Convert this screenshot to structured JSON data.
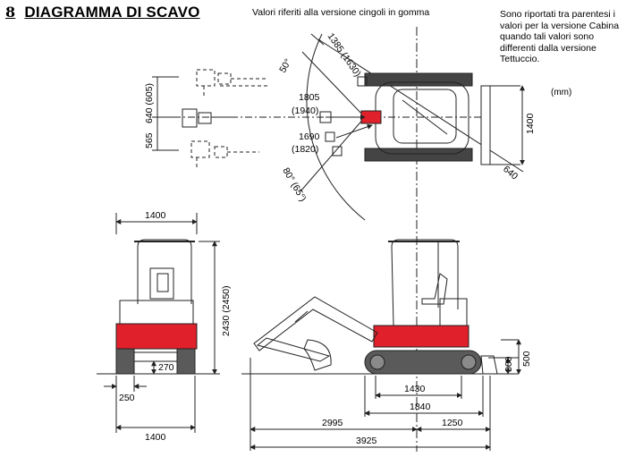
{
  "header": {
    "section_number": "8",
    "title": "DIAGRAMMA DI SCAVO",
    "subtitle": "Valori riferiti alla versione cingoli in gomma",
    "note_lines": [
      "Sono riportati tra parentesi i",
      "valori per la versione Cabina",
      "quando tali valori sono",
      "differenti dalla versione",
      "Tettuccio."
    ],
    "unit": "(mm)"
  },
  "top_view": {
    "radius_label": "1385 (1630)",
    "angle_left_label": "50°",
    "angle_right_label": "80° (65°)",
    "reach_upper_label_1": "1805",
    "reach_upper_label_2": "(1940)",
    "reach_lower_label_1": "1690",
    "reach_lower_label_2": "(1820)",
    "offset_upper_label": "640 (605)",
    "offset_lower_label": "565",
    "width_label": "1400",
    "tail_label": "640"
  },
  "front_view": {
    "top_width_label": "1400",
    "height_label": "2430 (2450)",
    "clearance_label": "270",
    "track_label": "250",
    "bottom_width_label": "1400"
  },
  "side_view": {
    "blade_height_label": "300",
    "blade_lift_label": "500",
    "track_length_label": "1430",
    "crawler_length_label": "1840",
    "front_length_label": "2995",
    "rear_length_label": "1250",
    "total_length_label": "3925"
  },
  "colors": {
    "accent_red": "#e0202a",
    "line": "#222222",
    "track": "#5a5a5a"
  }
}
